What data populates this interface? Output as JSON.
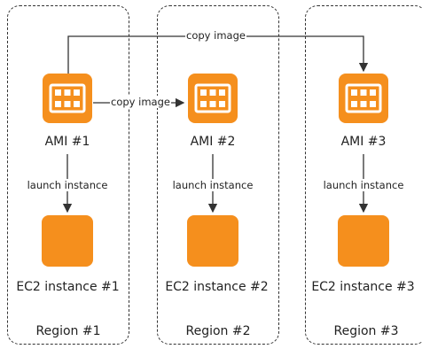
{
  "regions": [
    {
      "label": "Region #1",
      "ami": "AMI #1",
      "launch": "launch instance",
      "ec2": "EC2 instance #1"
    },
    {
      "label": "Region #2",
      "ami": "AMI #2",
      "launch": "launch instance",
      "ec2": "EC2 instance #2"
    },
    {
      "label": "Region #3",
      "ami": "AMI #3",
      "launch": "launch instance",
      "ec2": "EC2 instance #3"
    }
  ],
  "copy_labels": {
    "to_region2": "copy image",
    "to_region3": "copy image"
  },
  "colors": {
    "accent": "#f58f1d",
    "line": "#333333"
  },
  "icons": {
    "ami": "ami-grid-icon",
    "ec2": "ec2-instance-icon"
  }
}
